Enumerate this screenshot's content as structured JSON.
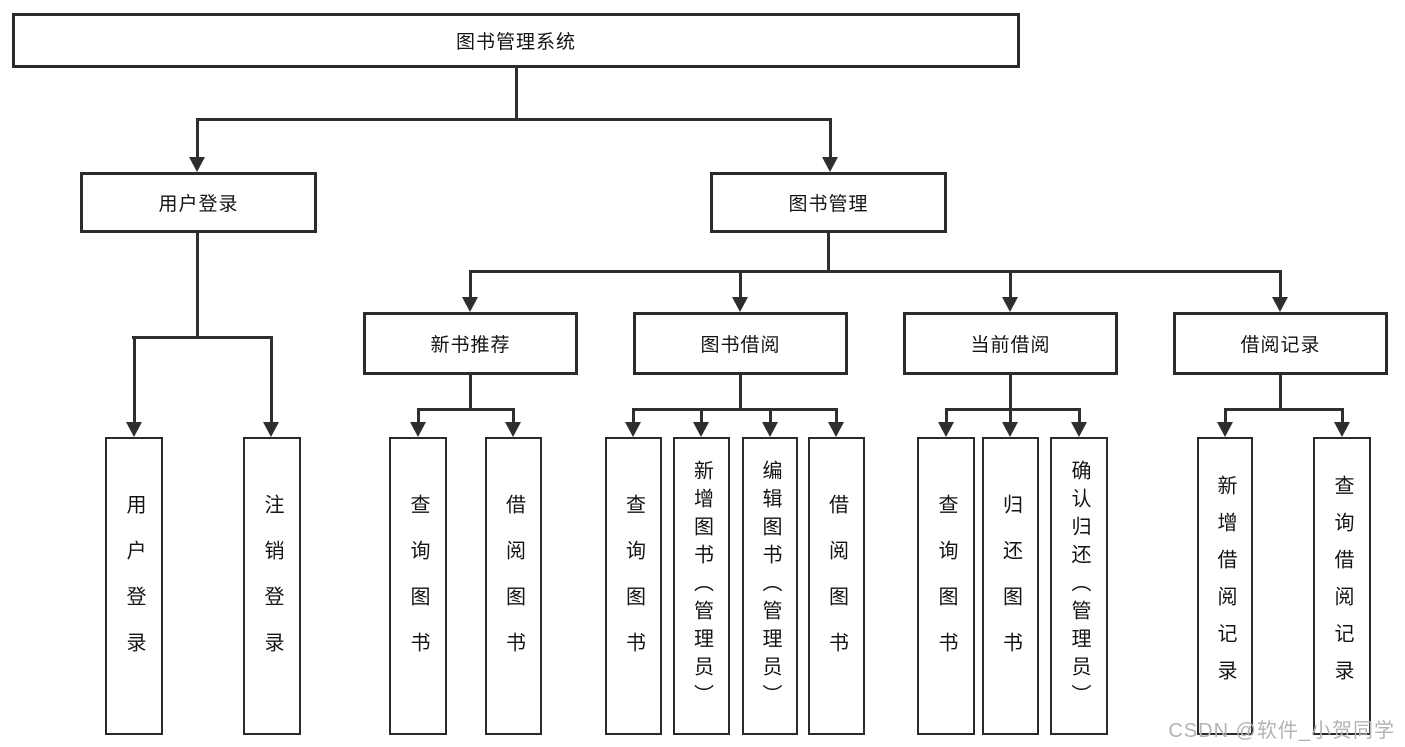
{
  "diagram_title": "图书管理系统",
  "nodes": {
    "root": "图书管理系统",
    "user_login": "用户登录",
    "book_mgmt": "图书管理",
    "new_book_rec": "新书推荐",
    "book_borrow": "图书借阅",
    "current_borrow": "当前借阅",
    "borrow_record": "借阅记录",
    "ul_login": "用户登录",
    "ul_logout": "注销登录",
    "nb_query": "查询图书",
    "nb_borrow": "借阅图书",
    "bb_query": "查询图书",
    "bb_add": "新增图书（管理员）",
    "bb_edit": "编辑图书（管理员）",
    "bb_borrow": "借阅图书",
    "cb_query": "查询图书",
    "cb_return": "归还图书",
    "cb_confirm": "确认归还（管理员）",
    "br_add": "新增借阅记录",
    "br_query": "查询借阅记录"
  },
  "edges": [
    [
      "root",
      "user_login"
    ],
    [
      "root",
      "book_mgmt"
    ],
    [
      "user_login",
      "ul_login"
    ],
    [
      "user_login",
      "ul_logout"
    ],
    [
      "book_mgmt",
      "new_book_rec"
    ],
    [
      "book_mgmt",
      "book_borrow"
    ],
    [
      "book_mgmt",
      "current_borrow"
    ],
    [
      "book_mgmt",
      "borrow_record"
    ],
    [
      "new_book_rec",
      "nb_query"
    ],
    [
      "new_book_rec",
      "nb_borrow"
    ],
    [
      "book_borrow",
      "bb_query"
    ],
    [
      "book_borrow",
      "bb_add"
    ],
    [
      "book_borrow",
      "bb_edit"
    ],
    [
      "book_borrow",
      "bb_borrow"
    ],
    [
      "current_borrow",
      "cb_query"
    ],
    [
      "current_borrow",
      "cb_return"
    ],
    [
      "current_borrow",
      "cb_confirm"
    ],
    [
      "borrow_record",
      "br_add"
    ],
    [
      "borrow_record",
      "br_query"
    ]
  ],
  "watermark": "CSDN @软件_小贺同学",
  "colors": {
    "background": "#ffffff",
    "line": "#2e2e2e",
    "box_border": "#2b2b2b",
    "text": "#141414",
    "watermark": "#b3b3b3"
  }
}
